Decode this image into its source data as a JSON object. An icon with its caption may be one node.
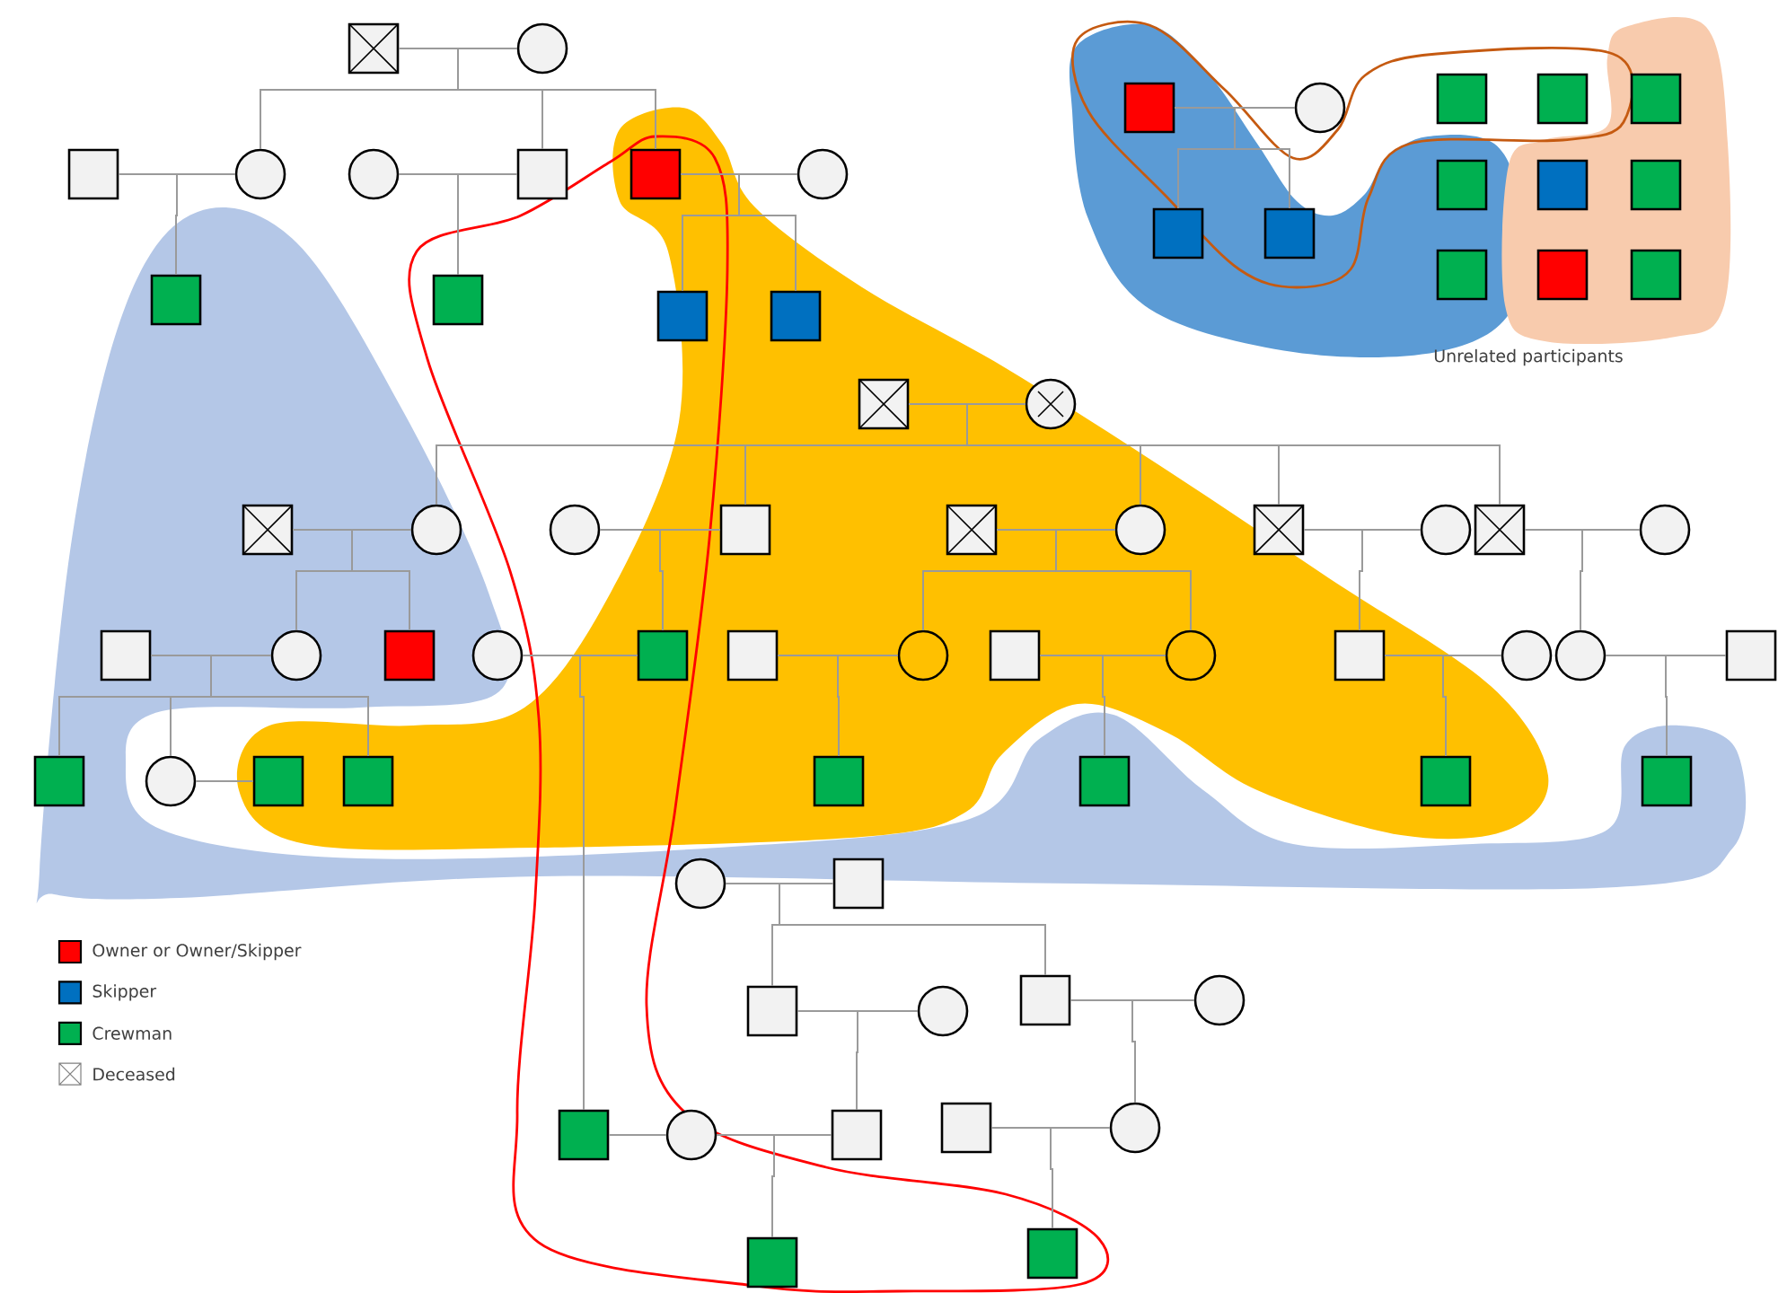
{
  "diagram": {
    "nodes": [
      {
        "text": [],
        "shape": "box"
      },
      {
        "text": [],
        "shape": "circle"
      },
      {
        "text": [],
        "shape": "box"
      },
      {
        "text": [],
        "shape": "circle"
      },
      {
        "text": [],
        "shape": "circle"
      },
      {
        "text": [],
        "shape": "box"
      },
      {
        "text": [],
        "shape": "box"
      },
      {
        "text": [],
        "shape": "circle"
      },
      {
        "text": [],
        "shape": "box"
      },
      {
        "text": [],
        "shape": "circle"
      },
      {
        "text": [],
        "shape": "box"
      },
      {
        "text": [],
        "shape": "box"
      },
      {
        "text": [],
        "shape": "box"
      },
      {
        "text": [],
        "shape": "box"
      },
      {
        "text": [],
        "shape": "box"
      },
      {
        "text": [],
        "shape": "box"
      },
      {
        "text": [],
        "shape": "box"
      },
      {
        "text": [],
        "shape": "box"
      },
      {
        "text": [],
        "shape": "box"
      },
      {
        "text": [],
        "shape": "box"
      },
      {
        "text": [],
        "shape": "box"
      },
      {
        "text": [],
        "shape": "box"
      },
      {
        "text": [],
        "shape": "box"
      },
      {
        "text": [],
        "shape": "box"
      },
      {
        "text": [],
        "shape": "box"
      },
      {
        "text": [],
        "shape": "box"
      },
      {
        "text": [],
        "shape": "circle"
      },
      {
        "text": [],
        "shape": "box"
      },
      {
        "text": [],
        "shape": "circle"
      },
      {
        "text": [],
        "shape": "circle"
      },
      {
        "text": [],
        "shape": "box"
      },
      {
        "text": [],
        "shape": "box"
      },
      {
        "text": [],
        "shape": "circle"
      },
      {
        "text": [],
        "shape": "box"
      },
      {
        "text": [],
        "shape": "circle"
      },
      {
        "text": [],
        "shape": "box"
      },
      {
        "text": [],
        "shape": "circle"
      },
      {
        "text": [],
        "shape": "box"
      },
      {
        "text": [],
        "shape": "circle"
      },
      {
        "text": [],
        "shape": "box"
      },
      {
        "text": [],
        "shape": "circle"
      },
      {
        "text": [],
        "shape": "box"
      },
      {
        "text": [],
        "shape": "box"
      },
      {
        "text": [],
        "shape": "circle"
      },
      {
        "text": [],
        "shape": "box"
      },
      {
        "text": [],
        "shape": "circle"
      },
      {
        "text": [],
        "shape": "box"
      },
      {
        "text": [],
        "shape": "circle"
      },
      {
        "text": [],
        "shape": "circle"
      },
      {
        "text": [],
        "shape": "box"
      },
      {
        "text": [],
        "shape": "box"
      },
      {
        "text": [],
        "shape": "circle"
      },
      {
        "text": [],
        "shape": "box"
      },
      {
        "text": [],
        "shape": "box"
      },
      {
        "text": [],
        "shape": "box"
      },
      {
        "text": [],
        "shape": "box"
      },
      {
        "text": [],
        "shape": "box"
      },
      {
        "text": [],
        "shape": "box"
      },
      {
        "text": [],
        "shape": "circle"
      },
      {
        "text": [],
        "shape": "box"
      },
      {
        "text": [],
        "shape": "box"
      },
      {
        "text": [],
        "shape": "circle"
      },
      {
        "text": [],
        "shape": "box"
      },
      {
        "text": [],
        "shape": "circle"
      },
      {
        "text": [],
        "shape": "box"
      },
      {
        "text": [],
        "shape": "circle"
      },
      {
        "text": [],
        "shape": "box"
      },
      {
        "text": [],
        "shape": "box"
      },
      {
        "text": [],
        "shape": "circle"
      },
      {
        "text": [],
        "shape": "box"
      },
      {
        "text": [],
        "shape": "box"
      }
    ],
    "edges": [
      {
        "from": 0,
        "to": 1,
        "arrow": "none"
      },
      {
        "from": 2,
        "to": 3,
        "arrow": "none"
      },
      {
        "from": 4,
        "to": 5,
        "arrow": "none"
      },
      {
        "from": 6,
        "to": 7,
        "arrow": "none"
      },
      {
        "from": 8,
        "to": 9,
        "arrow": "none"
      },
      {
        "from": 25,
        "to": 26,
        "arrow": "none"
      },
      {
        "from": 27,
        "to": 28,
        "arrow": "none"
      },
      {
        "from": 29,
        "to": 30,
        "arrow": "none"
      },
      {
        "from": 31,
        "to": 32,
        "arrow": "none"
      },
      {
        "from": 33,
        "to": 34,
        "arrow": "none"
      },
      {
        "from": 35,
        "to": 36,
        "arrow": "none"
      },
      {
        "from": 37,
        "to": 38,
        "arrow": "none"
      },
      {
        "from": 40,
        "to": 41,
        "arrow": "none"
      },
      {
        "from": 42,
        "to": 43,
        "arrow": "none"
      },
      {
        "from": 44,
        "to": 45,
        "arrow": "none"
      },
      {
        "from": 46,
        "to": 47,
        "arrow": "none"
      },
      {
        "from": 48,
        "to": 49,
        "arrow": "none"
      },
      {
        "from": 51,
        "to": 52,
        "arrow": "none"
      },
      {
        "from": 58,
        "to": 59,
        "arrow": "none"
      },
      {
        "from": 60,
        "to": 61,
        "arrow": "none"
      },
      {
        "from": 62,
        "to": 63,
        "arrow": "none"
      },
      {
        "from": 64,
        "to": 65,
        "arrow": "none"
      },
      {
        "from": 65,
        "to": 66,
        "arrow": "none"
      },
      {
        "from": 67,
        "to": 68,
        "arrow": "none"
      },
      {
        "from": 0,
        "to": 3,
        "arrow": "none"
      },
      {
        "from": 1,
        "to": 3,
        "arrow": "none"
      },
      {
        "from": 0,
        "to": 5,
        "arrow": "none"
      },
      {
        "from": 1,
        "to": 5,
        "arrow": "none"
      },
      {
        "from": 0,
        "to": 6,
        "arrow": "none"
      },
      {
        "from": 1,
        "to": 6,
        "arrow": "none"
      },
      {
        "from": 2,
        "to": 21,
        "arrow": "none"
      },
      {
        "from": 3,
        "to": 21,
        "arrow": "none"
      },
      {
        "from": 4,
        "to": 22,
        "arrow": "none"
      },
      {
        "from": 5,
        "to": 22,
        "arrow": "none"
      },
      {
        "from": 6,
        "to": 23,
        "arrow": "none"
      },
      {
        "from": 7,
        "to": 23,
        "arrow": "none"
      },
      {
        "from": 6,
        "to": 24,
        "arrow": "none"
      },
      {
        "from": 7,
        "to": 24,
        "arrow": "none"
      },
      {
        "from": 8,
        "to": 13,
        "arrow": "none"
      },
      {
        "from": 9,
        "to": 13,
        "arrow": "none"
      },
      {
        "from": 8,
        "to": 14,
        "arrow": "none"
      },
      {
        "from": 9,
        "to": 14,
        "arrow": "none"
      },
      {
        "from": 25,
        "to": 28,
        "arrow": "none"
      },
      {
        "from": 26,
        "to": 28,
        "arrow": "none"
      },
      {
        "from": 25,
        "to": 30,
        "arrow": "none"
      },
      {
        "from": 26,
        "to": 30,
        "arrow": "none"
      },
      {
        "from": 25,
        "to": 32,
        "arrow": "none"
      },
      {
        "from": 26,
        "to": 32,
        "arrow": "none"
      },
      {
        "from": 25,
        "to": 33,
        "arrow": "none"
      },
      {
        "from": 26,
        "to": 33,
        "arrow": "none"
      },
      {
        "from": 25,
        "to": 35,
        "arrow": "none"
      },
      {
        "from": 26,
        "to": 35,
        "arrow": "none"
      },
      {
        "from": 27,
        "to": 38,
        "arrow": "none"
      },
      {
        "from": 28,
        "to": 38,
        "arrow": "none"
      },
      {
        "from": 27,
        "to": 39,
        "arrow": "none"
      },
      {
        "from": 28,
        "to": 39,
        "arrow": "none"
      },
      {
        "from": 29,
        "to": 41,
        "arrow": "none"
      },
      {
        "from": 30,
        "to": 41,
        "arrow": "none"
      },
      {
        "from": 31,
        "to": 43,
        "arrow": "none"
      },
      {
        "from": 32,
        "to": 43,
        "arrow": "none"
      },
      {
        "from": 31,
        "to": 45,
        "arrow": "none"
      },
      {
        "from": 32,
        "to": 45,
        "arrow": "none"
      },
      {
        "from": 33,
        "to": 46,
        "arrow": "none"
      },
      {
        "from": 34,
        "to": 46,
        "arrow": "none"
      },
      {
        "from": 35,
        "to": 48,
        "arrow": "none"
      },
      {
        "from": 36,
        "to": 48,
        "arrow": "none"
      },
      {
        "from": 37,
        "to": 50,
        "arrow": "none"
      },
      {
        "from": 38,
        "to": 50,
        "arrow": "none"
      },
      {
        "from": 37,
        "to": 51,
        "arrow": "none"
      },
      {
        "from": 38,
        "to": 51,
        "arrow": "none"
      },
      {
        "from": 37,
        "to": 53,
        "arrow": "none"
      },
      {
        "from": 38,
        "to": 53,
        "arrow": "none"
      },
      {
        "from": 40,
        "to": 64,
        "arrow": "none"
      },
      {
        "from": 41,
        "to": 64,
        "arrow": "none"
      },
      {
        "from": 42,
        "to": 54,
        "arrow": "none"
      },
      {
        "from": 43,
        "to": 54,
        "arrow": "none"
      },
      {
        "from": 44,
        "to": 55,
        "arrow": "none"
      },
      {
        "from": 45,
        "to": 55,
        "arrow": "none"
      },
      {
        "from": 46,
        "to": 56,
        "arrow": "none"
      },
      {
        "from": 47,
        "to": 56,
        "arrow": "none"
      },
      {
        "from": 48,
        "to": 57,
        "arrow": "none"
      },
      {
        "from": 49,
        "to": 57,
        "arrow": "none"
      },
      {
        "from": 58,
        "to": 60,
        "arrow": "none"
      },
      {
        "from": 59,
        "to": 60,
        "arrow": "none"
      },
      {
        "from": 58,
        "to": 62,
        "arrow": "none"
      },
      {
        "from": 59,
        "to": 62,
        "arrow": "none"
      },
      {
        "from": 60,
        "to": 66,
        "arrow": "none"
      },
      {
        "from": 61,
        "to": 66,
        "arrow": "none"
      },
      {
        "from": 62,
        "to": 68,
        "arrow": "none"
      },
      {
        "from": 63,
        "to": 68,
        "arrow": "none"
      },
      {
        "from": 65,
        "to": 69,
        "arrow": "none"
      },
      {
        "from": 66,
        "to": 69,
        "arrow": "none"
      },
      {
        "from": 67,
        "to": 70,
        "arrow": "none"
      },
      {
        "from": 68,
        "to": 70,
        "arrow": "none"
      }
    ],
    "labels": [
      "Unrelated participants"
    ],
    "legend": [
      {
        "text": "Owner or Owner/Skipper",
        "color": "#ff0000"
      },
      {
        "text": "Skipper",
        "color": "#0070c0"
      },
      {
        "text": "Crewman",
        "color": "#00b050"
      },
      {
        "text": "Deceased"
      }
    ]
  }
}
